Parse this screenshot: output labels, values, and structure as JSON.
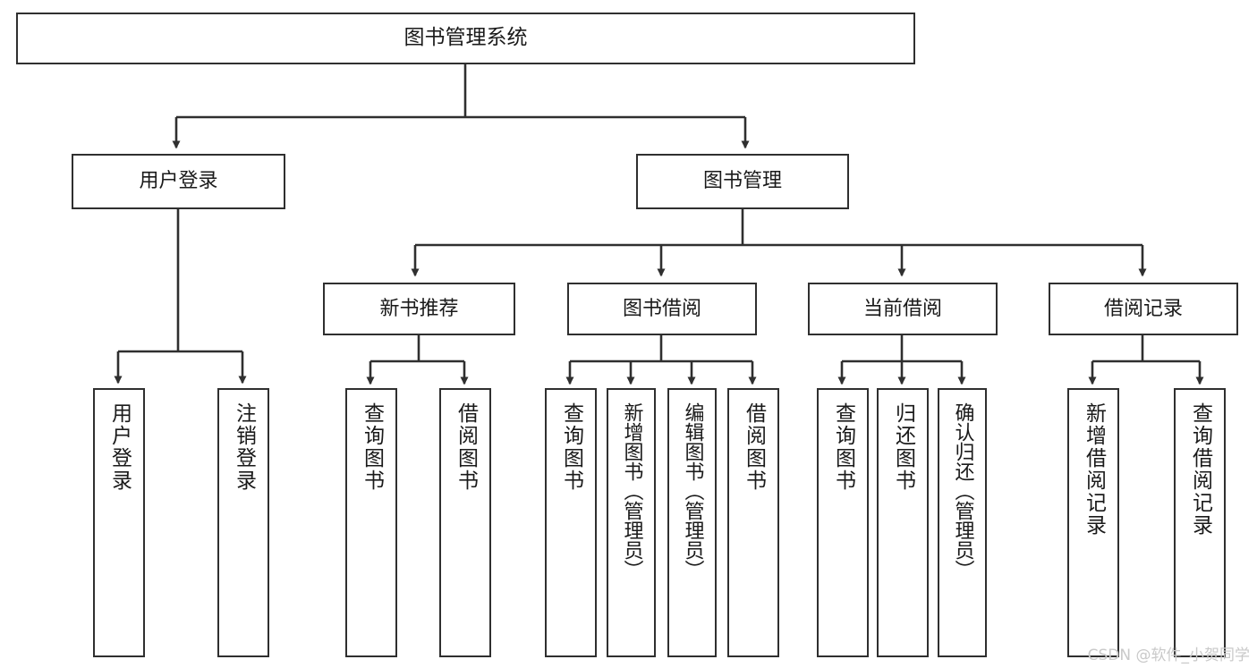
{
  "diagram": {
    "title": "图书管理系统",
    "type": "tree-hierarchy",
    "orientation": "top-down",
    "colors": {
      "background": "#ffffff",
      "node_fill": "#ffffff",
      "node_border": "#2f2f2f",
      "edge": "#2f2f2f",
      "text": "#1a1a1a",
      "watermark": "#c9c9c9"
    },
    "nodes": {
      "root": {
        "label": "图书管理系统"
      },
      "level1": [
        {
          "id": "user-login",
          "label": "用户登录"
        },
        {
          "id": "book-manage",
          "label": "图书管理"
        }
      ],
      "level2": [
        {
          "id": "new-book-rec",
          "label": "新书推荐"
        },
        {
          "id": "book-borrow",
          "label": "图书借阅"
        },
        {
          "id": "current-borrow",
          "label": "当前借阅"
        },
        {
          "id": "borrow-record",
          "label": "借阅记录"
        }
      ],
      "level3": [
        {
          "id": "leaf-user-login",
          "label": "用户登录",
          "parent": "user-login"
        },
        {
          "id": "leaf-logout",
          "label": "注销登录",
          "parent": "user-login"
        },
        {
          "id": "leaf-query-book-1",
          "label": "查询图书",
          "parent": "new-book-rec"
        },
        {
          "id": "leaf-borrow-book-1",
          "label": "借阅图书",
          "parent": "new-book-rec"
        },
        {
          "id": "leaf-query-book-2",
          "label": "查询图书",
          "parent": "book-borrow"
        },
        {
          "id": "leaf-add-book",
          "label": "新增图书（管理员）",
          "parent": "book-borrow"
        },
        {
          "id": "leaf-edit-book",
          "label": "编辑图书（管理员）",
          "parent": "book-borrow"
        },
        {
          "id": "leaf-borrow-book-2",
          "label": "借阅图书",
          "parent": "book-borrow"
        },
        {
          "id": "leaf-query-book-3",
          "label": "查询图书",
          "parent": "current-borrow"
        },
        {
          "id": "leaf-return-book",
          "label": "归还图书",
          "parent": "current-borrow"
        },
        {
          "id": "leaf-confirm-return",
          "label": "确认归还（管理员）",
          "parent": "current-borrow"
        },
        {
          "id": "leaf-add-record",
          "label": "新增借阅记录",
          "parent": "borrow-record"
        },
        {
          "id": "leaf-query-record",
          "label": "查询借阅记录",
          "parent": "borrow-record"
        }
      ]
    },
    "watermark": "CSDN @软件_小贺同学"
  }
}
